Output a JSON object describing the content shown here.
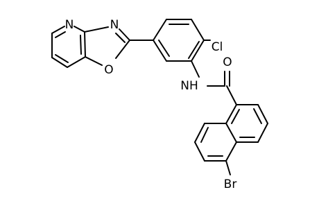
{
  "labels": {
    "pyridine_nitrogen": "N",
    "oxazole_nitrogen": "N",
    "oxazole_oxygen": "O",
    "chlorine": "Cl",
    "amide_nh": "NH",
    "carbonyl_oxygen": "O",
    "bromine": "Br"
  }
}
